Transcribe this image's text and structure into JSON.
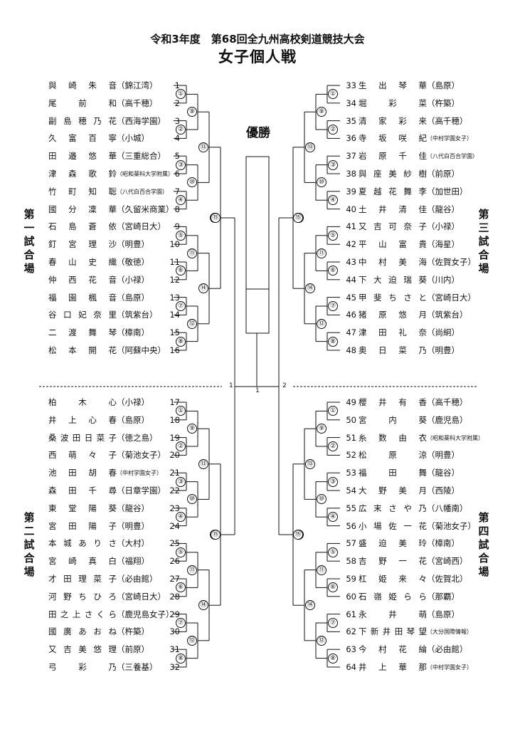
{
  "title": "令和3年度　第68回全九州高校剣道競技大会",
  "subtitle": "女子個人戦",
  "champion_label": "優勝",
  "venues": [
    "第一試合場",
    "第二試合場",
    "第三試合場",
    "第四試合場"
  ],
  "final_labels": {
    "left": "1",
    "center": "1",
    "right": "2"
  },
  "round_labels": [
    "①",
    "②",
    "③",
    "④",
    "⑤",
    "⑥",
    "⑦",
    "⑧",
    "⑨",
    "⑩",
    "⑪",
    "⑫",
    "⑬",
    "⑭",
    "⑮"
  ],
  "left_entries": [
    {
      "no": "1",
      "name": "與崎朱音",
      "school": "（錦江湾）"
    },
    {
      "no": "2",
      "name": "尾前和",
      "school": "（高千穂）"
    },
    {
      "no": "3",
      "name": "副島穂乃花",
      "school": "（西海学園）"
    },
    {
      "no": "4",
      "name": "久富百寧",
      "school": "（小城）"
    },
    {
      "no": "5",
      "name": "田邉悠華",
      "school": "（三重総合）"
    },
    {
      "no": "6",
      "name": "津森歌鈴",
      "school": "（昭和薬科大学附属）",
      "small": true
    },
    {
      "no": "7",
      "name": "竹町知聡",
      "school": "（八代白百合学園）",
      "small": true
    },
    {
      "no": "8",
      "name": "國分凜華",
      "school": "（久留米商業）"
    },
    {
      "no": "9",
      "name": "石島蒼依",
      "school": "（宮崎日大）"
    },
    {
      "no": "10",
      "name": "釘宮理沙",
      "school": "（明豊）"
    },
    {
      "no": "11",
      "name": "春山史織",
      "school": "（敬徳）"
    },
    {
      "no": "12",
      "name": "仲西花音",
      "school": "（小禄）"
    },
    {
      "no": "13",
      "name": "福園楓音",
      "school": "（島原）"
    },
    {
      "no": "14",
      "name": "谷口妃奈里",
      "school": "（筑紫台）"
    },
    {
      "no": "15",
      "name": "二渡舞琴",
      "school": "（樟南）"
    },
    {
      "no": "16",
      "name": "松本開花",
      "school": "（阿蘇中央）"
    },
    {
      "no": "17",
      "name": "柏木心",
      "school": "（小禄）"
    },
    {
      "no": "18",
      "name": "井上心春",
      "school": "（島原）"
    },
    {
      "no": "19",
      "name": "桑波田日菜子",
      "school": "（徳之島）"
    },
    {
      "no": "20",
      "name": "西萌々子",
      "school": "（菊池女子）"
    },
    {
      "no": "21",
      "name": "池田胡春",
      "school": "（中村学園女子）",
      "small": true
    },
    {
      "no": "22",
      "name": "森田千尋",
      "school": "（日章学園）"
    },
    {
      "no": "23",
      "name": "東堂陽葵",
      "school": "（龍谷）"
    },
    {
      "no": "24",
      "name": "宮田陽子",
      "school": "（明豊）"
    },
    {
      "no": "25",
      "name": "本城ありさ",
      "school": "（大村）"
    },
    {
      "no": "26",
      "name": "宮崎真白",
      "school": "（福翔）"
    },
    {
      "no": "27",
      "name": "才田理菜子",
      "school": "（必由館）"
    },
    {
      "no": "28",
      "name": "河野ちひろ",
      "school": "（宮崎日大）"
    },
    {
      "no": "29",
      "name": "田之上さくら",
      "school": "（鹿児島女子）"
    },
    {
      "no": "30",
      "name": "國廣あおね",
      "school": "（杵築）"
    },
    {
      "no": "31",
      "name": "又吉美悠理",
      "school": "（前原）"
    },
    {
      "no": "32",
      "name": "弓彩乃",
      "school": "（三養基）"
    }
  ],
  "right_entries": [
    {
      "no": "33",
      "name": "生出琴華",
      "school": "（島原）"
    },
    {
      "no": "34",
      "name": "堀彩菜",
      "school": "（杵築）"
    },
    {
      "no": "35",
      "name": "清家彩来",
      "school": "（高千穂）"
    },
    {
      "no": "36",
      "name": "寺坂咲紀",
      "school": "（中村学園女子）",
      "small": true
    },
    {
      "no": "37",
      "name": "岩原千佳",
      "school": "（八代白百合学園）",
      "small": true
    },
    {
      "no": "38",
      "name": "與座美紗樹",
      "school": "（前原）"
    },
    {
      "no": "39",
      "name": "夏越花舞李",
      "school": "（加世田）"
    },
    {
      "no": "40",
      "name": "土井清佳",
      "school": "（龍谷）"
    },
    {
      "no": "41",
      "name": "又吉可奈子",
      "school": "（小禄）"
    },
    {
      "no": "42",
      "name": "平山富貴",
      "school": "（海星）"
    },
    {
      "no": "43",
      "name": "中村美海",
      "school": "（佐賀女子）"
    },
    {
      "no": "44",
      "name": "下大迫瑞葵",
      "school": "（川内）"
    },
    {
      "no": "45",
      "name": "甲斐ちさと",
      "school": "（宮崎日大）"
    },
    {
      "no": "46",
      "name": "猪原悠月",
      "school": "（筑紫台）"
    },
    {
      "no": "47",
      "name": "津田礼奈",
      "school": "（尚絅）"
    },
    {
      "no": "48",
      "name": "奥日菜乃",
      "school": "（明豊）"
    },
    {
      "no": "49",
      "name": "櫻井有香",
      "school": "（高千穂）"
    },
    {
      "no": "50",
      "name": "宮内葵",
      "school": "（鹿児島）"
    },
    {
      "no": "51",
      "name": "糸数由衣",
      "school": "（昭和薬科大学附属）",
      "small": true
    },
    {
      "no": "52",
      "name": "松原涼",
      "school": "（明豊）"
    },
    {
      "no": "53",
      "name": "福田舞",
      "school": "（龍谷）"
    },
    {
      "no": "54",
      "name": "大野美月",
      "school": "（西陵）"
    },
    {
      "no": "55",
      "name": "広末さや乃",
      "school": "（八幡南）"
    },
    {
      "no": "56",
      "name": "小場佐一花",
      "school": "（菊池女子）"
    },
    {
      "no": "57",
      "name": "盛迫美玲",
      "school": "（樟南）"
    },
    {
      "no": "58",
      "name": "吉野一花",
      "school": "（宮崎西）"
    },
    {
      "no": "59",
      "name": "杠姫来々",
      "school": "（佐賀北）"
    },
    {
      "no": "60",
      "name": "石嶺姫らら",
      "school": "（那覇）"
    },
    {
      "no": "61",
      "name": "永井萌",
      "school": "（島原）"
    },
    {
      "no": "62",
      "name": "下新井田琴望",
      "school": "（大分国際情報）",
      "small": true
    },
    {
      "no": "63",
      "name": "今村花綸",
      "school": "（必由館）"
    },
    {
      "no": "64",
      "name": "井上華那",
      "school": "（中村学園女子）",
      "small": true
    }
  ]
}
